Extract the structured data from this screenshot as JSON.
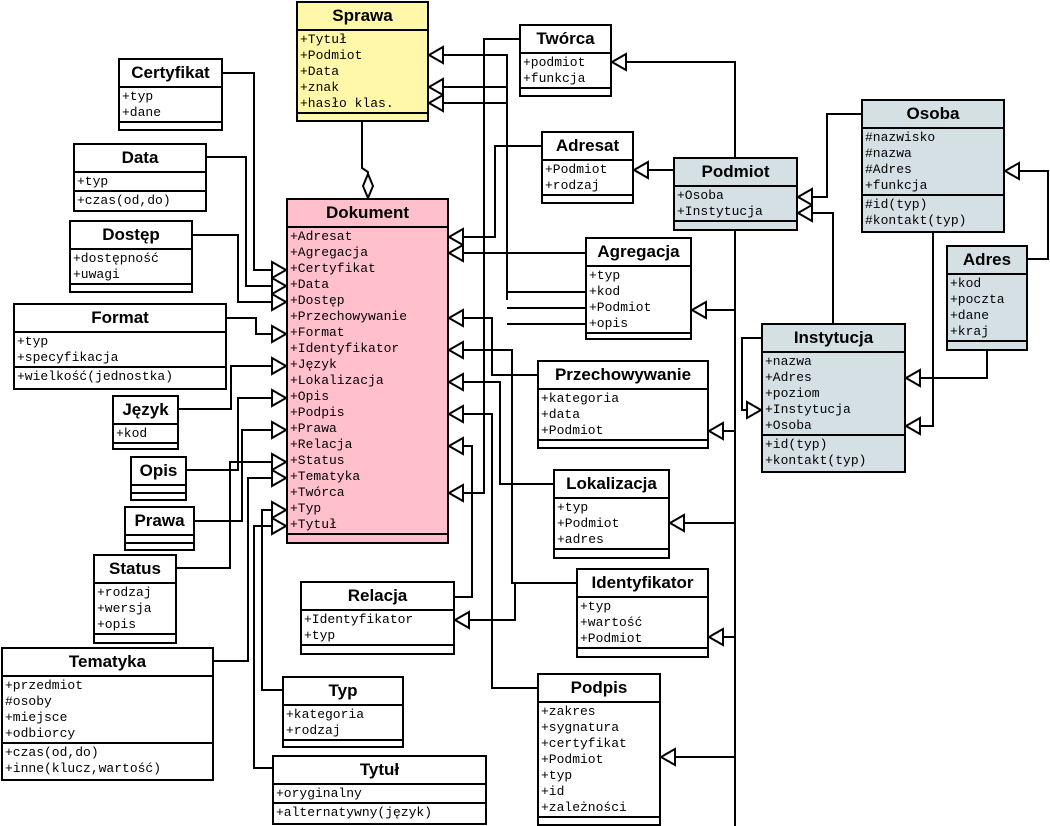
{
  "diagram": {
    "type": "UML class diagram",
    "classes": [
      {
        "id": "sprawa",
        "name": "Sprawa",
        "color": "#fff8a8",
        "attributes": [
          "+Tytuł",
          "+Podmiot",
          "+Data",
          "+znak",
          "+hasło klas."
        ],
        "operations": []
      },
      {
        "id": "dokument",
        "name": "Dokument",
        "color": "#ffc0cb",
        "attributes": [
          "+Adresat",
          "+Agregacja",
          "+Certyfikat",
          "+Data",
          "+Dostęp",
          "+Przechowywanie",
          "+Format",
          "+Identyfikator",
          "+Język",
          "+Lokalizacja",
          "+Opis",
          "+Podpis",
          "+Prawa",
          "+Relacja",
          "+Status",
          "+Tematyka",
          "+Twórca",
          "+Typ",
          "+Tytuł"
        ],
        "operations": []
      },
      {
        "id": "tworca",
        "name": "Twórca",
        "color": "#ffffff",
        "attributes": [
          "+podmiot",
          "+funkcja"
        ],
        "operations": []
      },
      {
        "id": "certyfikat",
        "name": "Certyfikat",
        "color": "#ffffff",
        "attributes": [
          "+typ",
          "+dane"
        ],
        "operations": []
      },
      {
        "id": "data",
        "name": "Data",
        "color": "#ffffff",
        "attributes": [
          "+typ"
        ],
        "operations": [
          "+czas(od,do)"
        ]
      },
      {
        "id": "dostep",
        "name": "Dostęp",
        "color": "#ffffff",
        "attributes": [
          "+dostępność",
          "+uwagi"
        ],
        "operations": []
      },
      {
        "id": "format",
        "name": "Format",
        "color": "#ffffff",
        "attributes": [
          "+typ",
          "+specyfikacja"
        ],
        "operations": [
          "+wielkość(jednostka)"
        ]
      },
      {
        "id": "jezyk",
        "name": "Język",
        "color": "#ffffff",
        "attributes": [
          "+kod"
        ],
        "operations": []
      },
      {
        "id": "opis",
        "name": "Opis",
        "color": "#ffffff",
        "attributes": [],
        "operations": []
      },
      {
        "id": "prawa",
        "name": "Prawa",
        "color": "#ffffff",
        "attributes": [],
        "operations": []
      },
      {
        "id": "status",
        "name": "Status",
        "color": "#ffffff",
        "attributes": [
          "+rodzaj",
          "+wersja",
          "+opis"
        ],
        "operations": []
      },
      {
        "id": "tematyka",
        "name": "Tematyka",
        "color": "#ffffff",
        "attributes": [
          "+przedmiot",
          "#osoby",
          "+miejsce",
          "+odbiorcy"
        ],
        "operations": [
          "+czas(od,do)",
          "+inne(klucz,wartość)"
        ]
      },
      {
        "id": "adresat",
        "name": "Adresat",
        "color": "#ffffff",
        "attributes": [
          "+Podmiot",
          "+rodzaj"
        ],
        "operations": []
      },
      {
        "id": "podmiot",
        "name": "Podmiot",
        "color": "#d5e0e5",
        "attributes": [
          "+Osoba",
          "+Instytucja"
        ],
        "operations": []
      },
      {
        "id": "osoba",
        "name": "Osoba",
        "color": "#d5e0e5",
        "attributes": [
          "#nazwisko",
          "#nazwa",
          "#Adres",
          "+funkcja"
        ],
        "operations": [
          "#id(typ)",
          "#kontakt(typ)"
        ]
      },
      {
        "id": "adres",
        "name": "Adres",
        "color": "#d5e0e5",
        "attributes": [
          "+kod",
          "+poczta",
          "+dane",
          "+kraj"
        ],
        "operations": []
      },
      {
        "id": "agregacja",
        "name": "Agregacja",
        "color": "#ffffff",
        "attributes": [
          "+typ",
          "+kod",
          "+Podmiot",
          "+opis"
        ],
        "operations": []
      },
      {
        "id": "instytucja",
        "name": "Instytucja",
        "color": "#d5e0e5",
        "attributes": [
          "+nazwa",
          "+Adres",
          "+poziom",
          "+Instytucja",
          "+Osoba"
        ],
        "operations": [
          "+id(typ)",
          "+kontakt(typ)"
        ]
      },
      {
        "id": "przechowywanie",
        "name": "Przechowywanie",
        "color": "#ffffff",
        "attributes": [
          "+kategoria",
          "+data",
          "+Podmiot"
        ],
        "operations": []
      },
      {
        "id": "lokalizacja",
        "name": "Lokalizacja",
        "color": "#ffffff",
        "attributes": [
          "+typ",
          "+Podmiot",
          "+adres"
        ],
        "operations": []
      },
      {
        "id": "identyfikator",
        "name": "Identyfikator",
        "color": "#ffffff",
        "attributes": [
          "+typ",
          "+wartość",
          "+Podmiot"
        ],
        "operations": []
      },
      {
        "id": "relacja",
        "name": "Relacja",
        "color": "#ffffff",
        "attributes": [
          "+Identyfikator",
          "+typ"
        ],
        "operations": []
      },
      {
        "id": "typ",
        "name": "Typ",
        "color": "#ffffff",
        "attributes": [
          "+kategoria",
          "+rodzaj"
        ],
        "operations": []
      },
      {
        "id": "tytul",
        "name": "Tytuł",
        "color": "#ffffff",
        "attributes": [
          "+oryginalny"
        ],
        "operations": [
          "+alternatywny(język)"
        ]
      },
      {
        "id": "podpis",
        "name": "Podpis",
        "color": "#ffffff",
        "attributes": [
          "+zakres",
          "+sygnatura",
          "+certyfikat",
          "+Podmiot",
          "+typ",
          "+id",
          "+zależności"
        ],
        "operations": []
      }
    ],
    "relations": [
      {
        "from": "sprawa",
        "to": "dokument",
        "kind": "aggregation"
      },
      {
        "from": "dokument",
        "to": "sprawa",
        "attr": "Podmiot",
        "kind": "association-arrow"
      },
      {
        "from": "dokument",
        "to": "sprawa",
        "attr": "znak",
        "kind": "association-arrow"
      },
      {
        "from": "dokument",
        "to": "sprawa",
        "attr": "hasło klas.",
        "kind": "association-arrow"
      },
      {
        "from": "adresat",
        "to": "dokument",
        "attr": "Adresat",
        "kind": "association-arrow"
      },
      {
        "from": "agregacja",
        "to": "dokument",
        "attr": "Agregacja",
        "kind": "association-arrow"
      },
      {
        "from": "certyfikat",
        "to": "dokument",
        "attr": "Certyfikat",
        "kind": "association-arrow"
      },
      {
        "from": "data",
        "to": "dokument",
        "attr": "Data",
        "kind": "association-arrow"
      },
      {
        "from": "dostep",
        "to": "dokument",
        "attr": "Dostęp",
        "kind": "association-arrow"
      },
      {
        "from": "przechowywanie",
        "to": "dokument",
        "attr": "Przechowywanie",
        "kind": "association-arrow"
      },
      {
        "from": "format",
        "to": "dokument",
        "attr": "Format",
        "kind": "association-arrow"
      },
      {
        "from": "identyfikator",
        "to": "dokument",
        "attr": "Identyfikator",
        "kind": "association-arrow"
      },
      {
        "from": "jezyk",
        "to": "dokument",
        "attr": "Język",
        "kind": "association-arrow"
      },
      {
        "from": "lokalizacja",
        "to": "dokument",
        "attr": "Lokalizacja",
        "kind": "association-arrow"
      },
      {
        "from": "opis",
        "to": "dokument",
        "attr": "Opis",
        "kind": "association-arrow"
      },
      {
        "from": "podpis",
        "to": "dokument",
        "attr": "Podpis",
        "kind": "association-arrow"
      },
      {
        "from": "prawa",
        "to": "dokument",
        "attr": "Prawa",
        "kind": "association-arrow"
      },
      {
        "from": "relacja",
        "to": "dokument",
        "attr": "Relacja",
        "kind": "association-arrow"
      },
      {
        "from": "status",
        "to": "dokument",
        "attr": "Status",
        "kind": "association-arrow"
      },
      {
        "from": "tematyka",
        "to": "dokument",
        "attr": "Tematyka",
        "kind": "association-arrow"
      },
      {
        "from": "tworca",
        "to": "dokument",
        "attr": "Twórca",
        "kind": "association-arrow"
      },
      {
        "from": "typ",
        "to": "dokument",
        "attr": "Typ",
        "kind": "association-arrow"
      },
      {
        "from": "tytul",
        "to": "dokument",
        "attr": "Tytuł",
        "kind": "association-arrow"
      },
      {
        "from": "podmiot",
        "to": "tworca",
        "kind": "association-arrow"
      },
      {
        "from": "podmiot",
        "to": "adresat",
        "kind": "association-arrow"
      },
      {
        "from": "podmiot",
        "to": "agregacja",
        "kind": "association-arrow"
      },
      {
        "from": "podmiot",
        "to": "przechowywanie",
        "kind": "association-arrow"
      },
      {
        "from": "podmiot",
        "to": "lokalizacja",
        "kind": "association-arrow"
      },
      {
        "from": "podmiot",
        "to": "identyfikator",
        "kind": "association-arrow"
      },
      {
        "from": "podmiot",
        "to": "podpis",
        "kind": "association-arrow"
      },
      {
        "from": "osoba",
        "to": "podmiot",
        "kind": "association-arrow"
      },
      {
        "from": "instytucja",
        "to": "podmiot",
        "kind": "association-arrow"
      },
      {
        "from": "adres",
        "to": "osoba",
        "kind": "association-arrow"
      },
      {
        "from": "adres",
        "to": "instytucja",
        "kind": "association-arrow"
      },
      {
        "from": "osoba",
        "to": "instytucja",
        "kind": "association-arrow"
      },
      {
        "from": "instytucja",
        "to": "instytucja",
        "kind": "self-association"
      },
      {
        "from": "identyfikator",
        "to": "relacja",
        "kind": "association-arrow"
      }
    ]
  }
}
